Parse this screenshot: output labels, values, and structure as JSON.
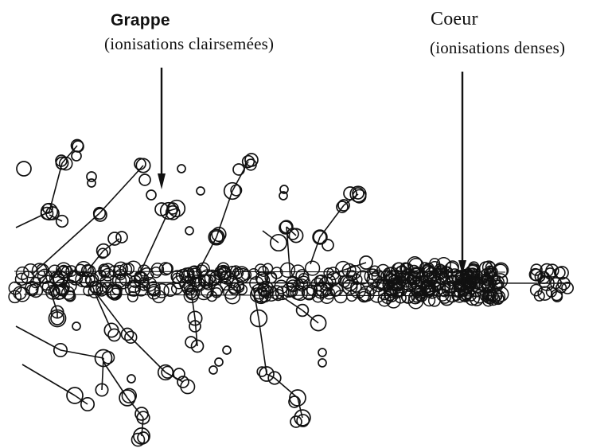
{
  "labels": {
    "grappe": {
      "title": "Grappe",
      "subtitle": "(ionisations clairsemées)"
    },
    "coeur": {
      "title": "Coeur",
      "subtitle": "(ionisations denses)"
    }
  },
  "colors": {
    "ink": "#111111",
    "background": "#ffffff"
  }
}
